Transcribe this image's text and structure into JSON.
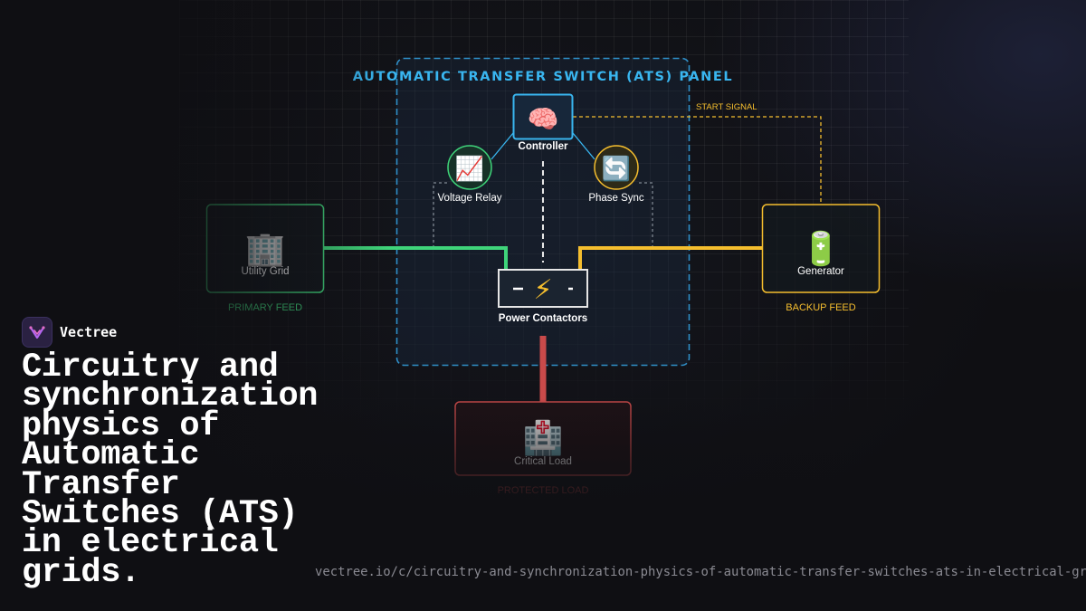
{
  "panel": {
    "title": "AUTOMATIC TRANSFER SWITCH (ATS) PANEL"
  },
  "nodes": {
    "controller": {
      "label": "Controller",
      "icon": "🧠"
    },
    "voltage_relay": {
      "label": "Voltage Relay",
      "icon": "📈"
    },
    "phase_sync": {
      "label": "Phase Sync",
      "icon": "🔄"
    },
    "power_contactors": {
      "label": "Power Contactors",
      "icon": "⚡"
    },
    "utility_grid": {
      "label": "Utility Grid",
      "icon": "🏢",
      "caption": "PRIMARY FEED"
    },
    "generator": {
      "label": "Generator",
      "icon": "🔋",
      "caption": "BACKUP FEED"
    },
    "critical_load": {
      "label": "Critical Load",
      "icon": "🏥",
      "caption": "PROTECTED LOAD"
    }
  },
  "signals": {
    "start_signal": "START SIGNAL"
  },
  "colors": {
    "ats_blue": "#39b6f0",
    "primary_green": "#3fd47a",
    "backup_yellow": "#f5be2e",
    "load_red": "#c94a4a",
    "background": "#0f0f13"
  },
  "brand": {
    "name": "Vectree",
    "logo_icon": "vectree-logo-icon"
  },
  "headline": "Circuitry and synchronization physics of Automatic Transfer Switches (ATS) in electrical grids.",
  "url": "vectree.io/c/circuitry-and-synchronization-physics-of-automatic-transfer-switches-ats-in-electrical-grids"
}
